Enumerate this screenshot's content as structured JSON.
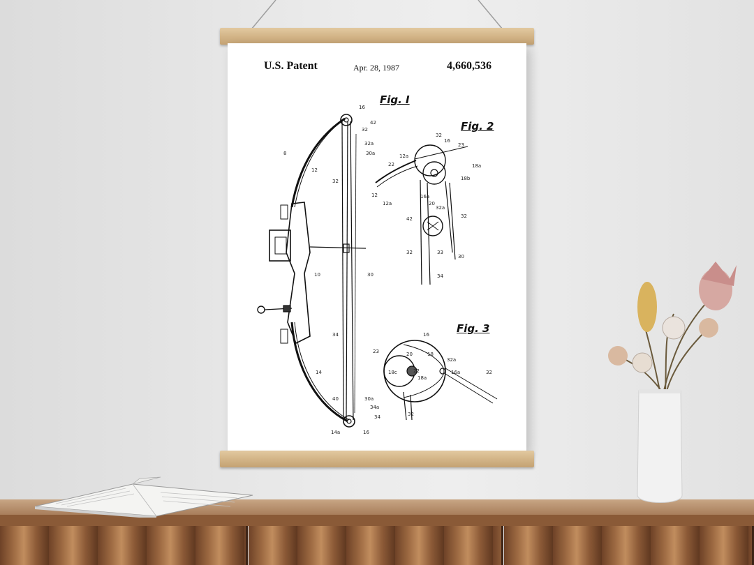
{
  "poster": {
    "header_left": "U.S. Patent",
    "header_date": "Apr. 28, 1987",
    "header_number": "4,660,536",
    "fig1_label": "Fig. I",
    "fig2_label": "Fig. 2",
    "fig3_label": "Fig. 3",
    "fig1_refs": [
      "16",
      "42",
      "32",
      "32a",
      "30a",
      "8",
      "12",
      "32",
      "10",
      "30",
      "34",
      "14",
      "40",
      "30a",
      "34a",
      "34",
      "14a",
      "16"
    ],
    "fig2_refs": [
      "32",
      "16",
      "23",
      "12a",
      "22",
      "18a",
      "18b",
      "12",
      "12a",
      "16a",
      "20",
      "32a",
      "42",
      "32",
      "32",
      "33",
      "30",
      "34"
    ],
    "fig3_refs": [
      "16",
      "23",
      "20",
      "18",
      "32a",
      "18c",
      "22",
      "18a",
      "16a",
      "32",
      "32"
    ]
  },
  "colors": {
    "wall": "#e8e8e8",
    "rail_wood": "#d3b588",
    "cabinet_wood": "#9a6740",
    "vase": "#f2f2f2"
  }
}
